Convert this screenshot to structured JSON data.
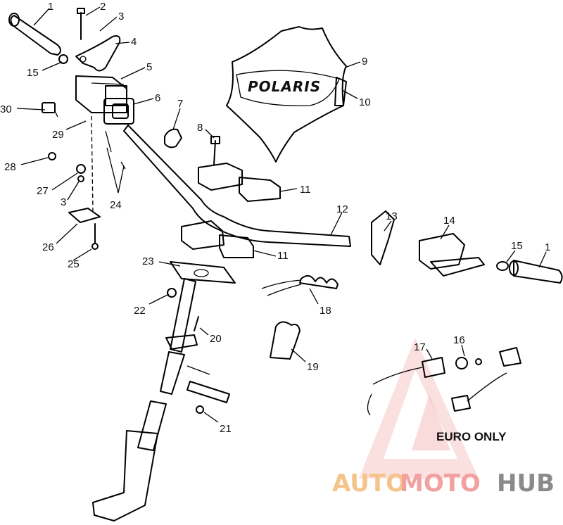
{
  "callouts": [
    "1",
    "2",
    "3",
    "4",
    "15",
    "5",
    "6",
    "30",
    "29",
    "7",
    "8",
    "28",
    "27",
    "3",
    "24",
    "26",
    "25",
    "9",
    "10",
    "11",
    "12",
    "11",
    "13",
    "14",
    "15",
    "1",
    "23",
    "22",
    "18",
    "20",
    "19",
    "17",
    "16",
    "21"
  ],
  "pad_logo": "POLARIS",
  "euro_note": "EURO ONLY",
  "watermark": {
    "auto": "AUTO",
    "moto": "MOTO",
    "hub": "HUB"
  },
  "colors": {
    "ink": "#111111",
    "wm_auto": "#f5c48a",
    "wm_moto": "#f2a0a0",
    "wm_hub": "#8a8a8a",
    "wm_triangle": "#f08a8a"
  }
}
